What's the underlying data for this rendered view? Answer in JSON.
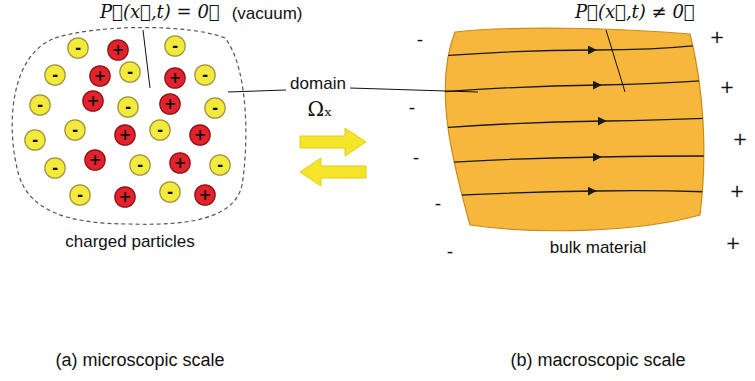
{
  "diagram": {
    "nodes": [
      {
        "text": [
          "charged particles"
        ]
      },
      {
        "text": [
          "-"
        ],
        "in": 0
      },
      {
        "text": [
          "+"
        ],
        "in": 0
      },
      {
        "text": [
          "-"
        ],
        "in": 0
      },
      {
        "text": [
          "-"
        ],
        "in": 0
      },
      {
        "text": [
          "+"
        ],
        "in": 0
      },
      {
        "text": [
          "-"
        ],
        "in": 0
      },
      {
        "text": [
          "+"
        ],
        "in": 0
      },
      {
        "text": [
          "-"
        ],
        "in": 0
      },
      {
        "text": [
          "-"
        ],
        "in": 0
      },
      {
        "text": [
          "+"
        ],
        "in": 0
      },
      {
        "text": [
          "-"
        ],
        "in": 0
      },
      {
        "text": [
          "+"
        ],
        "in": 0
      },
      {
        "text": [
          "-"
        ],
        "in": 0
      },
      {
        "text": [
          "-"
        ],
        "in": 0
      },
      {
        "text": [
          "-"
        ],
        "in": 0
      },
      {
        "text": [
          "+"
        ],
        "in": 0
      },
      {
        "text": [
          "-"
        ],
        "in": 0
      },
      {
        "text": [
          "+"
        ],
        "in": 0
      },
      {
        "text": [
          "-"
        ],
        "in": 0
      },
      {
        "text": [
          "+"
        ],
        "in": 0
      },
      {
        "text": [
          "-"
        ],
        "in": 0
      },
      {
        "text": [
          "+"
        ],
        "in": 0
      },
      {
        "text": [
          "-"
        ],
        "in": 0
      },
      {
        "text": [
          "-"
        ],
        "in": 0
      },
      {
        "text": [
          "+"
        ],
        "in": 0
      },
      {
        "text": [
          "-"
        ],
        "in": 0
      },
      {
        "text": [
          "+"
        ],
        "in": 0
      },
      {
        "text": [
          "bulk material"
        ]
      }
    ],
    "labels": [
      "P⃗(x⃗,t) = 0⃗",
      "(vacuum)",
      "P⃗(x⃗,t) ≠ 0⃗",
      "domain",
      "Ωₓ",
      "-",
      "-",
      "-",
      "-",
      "-",
      "+",
      "+",
      "+",
      "+",
      "+",
      "(a) microscopic scale",
      "(b) macroscopic scale"
    ]
  }
}
